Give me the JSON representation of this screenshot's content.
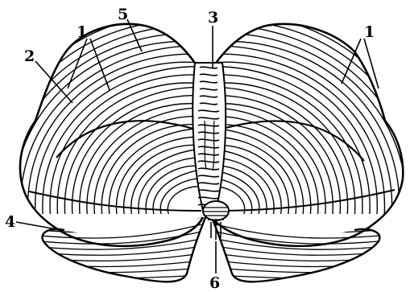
{
  "figure": {
    "labels": [
      {
        "id": "label-1-left",
        "text": "1"
      },
      {
        "id": "label-1-right",
        "text": "1"
      },
      {
        "id": "label-2",
        "text": "2"
      },
      {
        "id": "label-3",
        "text": "3"
      },
      {
        "id": "label-4",
        "text": "4"
      },
      {
        "id": "label-5",
        "text": "5"
      },
      {
        "id": "label-6",
        "text": "6"
      }
    ],
    "colors": {
      "ink": "#000000",
      "paper": "#ffffff"
    }
  }
}
